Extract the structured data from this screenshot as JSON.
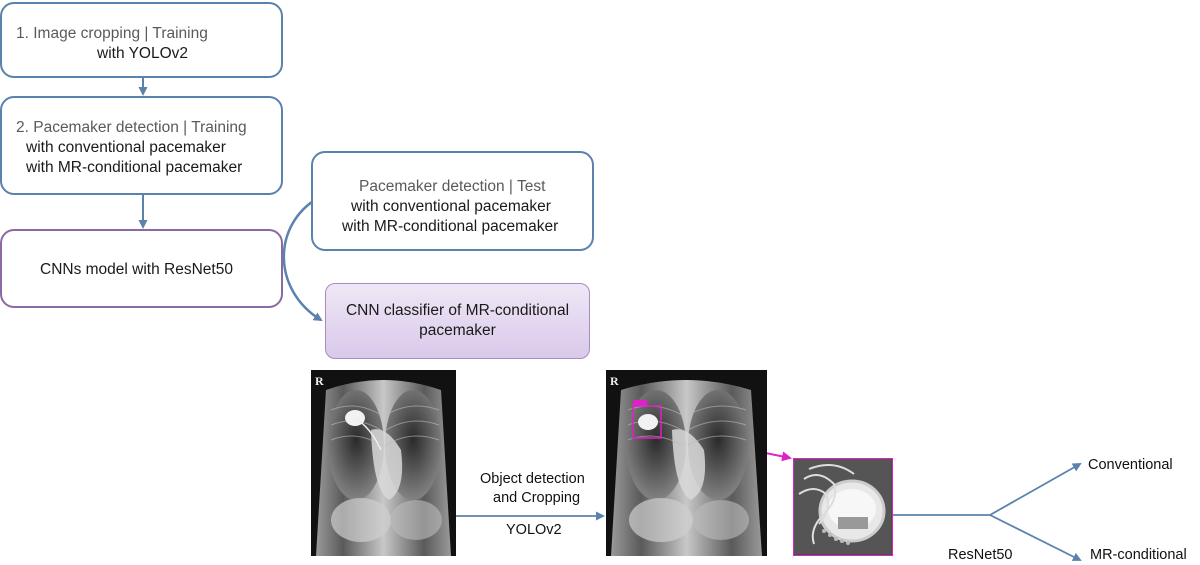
{
  "steps": {
    "step1": [
      "1. Image cropping | Training",
      "with YOLOv2"
    ],
    "step2": [
      "2. Pacemaker detection | Training",
      "with conventional pacemaker",
      "with MR-conditional pacemaker"
    ],
    "step3": [
      "CNNs model with ResNet50"
    ],
    "test": [
      "Pacemaker detection | Test",
      "with conventional pacemaker",
      "with MR-conditional pacemaker"
    ],
    "classifier": [
      "CNN classifier of MR-conditional",
      "pacemaker"
    ]
  },
  "xray": {
    "marker": "R"
  },
  "pipeline": {
    "detection_label": [
      "Object detection",
      "and Cropping"
    ],
    "detector": "YOLOv2",
    "model": "ResNet50",
    "outputs": [
      "Conventional",
      "MR-conditional"
    ]
  },
  "colors": {
    "box_border": "#5b82ad",
    "purple_border": "#8a6aa3",
    "arrow": "#5b82ad",
    "highlight": "#e020c8"
  }
}
